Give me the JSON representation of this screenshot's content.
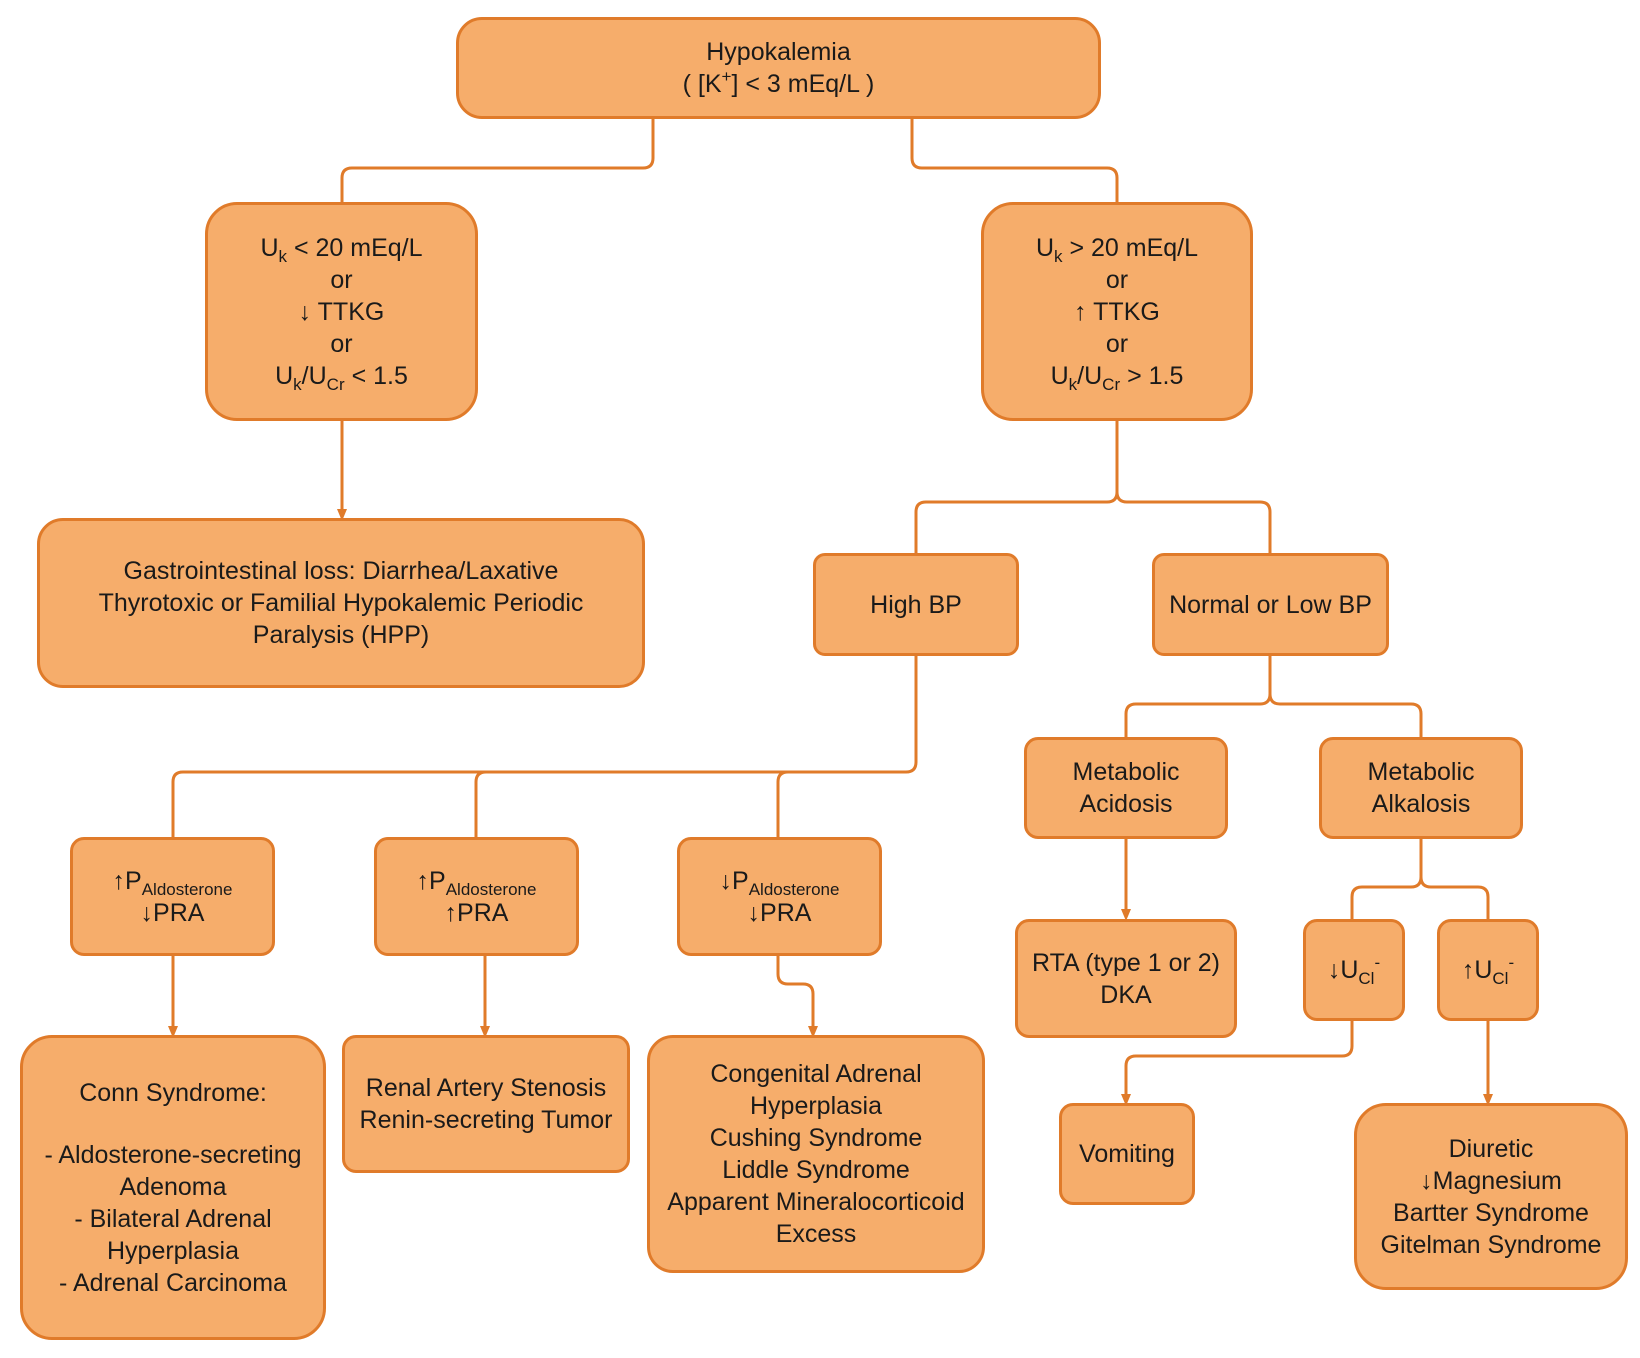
{
  "root": {
    "line1": "Hypokalemia",
    "open": "( [K",
    "sup": "+",
    "close": "] < 3 mEq/L )"
  },
  "low_uk": {
    "l1_pre": "U",
    "l1_sub": "k",
    "l1_post": " <  20 mEq/L",
    "or1": "or",
    "l3": "↓ TTKG",
    "or2": "or",
    "l5_a": "U",
    "l5_sub1": "k",
    "l5_b": "/U",
    "l5_sub2": "Cr",
    "l5_post": " < 1.5"
  },
  "high_uk": {
    "l1_pre": "U",
    "l1_sub": "k",
    "l1_post": " >  20 mEq/L",
    "or1": "or",
    "l3": "↑ TTKG",
    "or2": "or",
    "l5_a": "U",
    "l5_sub1": "k",
    "l5_b": "/U",
    "l5_sub2": "Cr",
    "l5_post": " > 1.5"
  },
  "gi_loss": {
    "lines": [
      "Gastrointestinal loss: Diarrhea/Laxative",
      "Thyrotoxic or Familial Hypokalemic Periodic",
      "Paralysis (HPP)"
    ]
  },
  "high_bp": {
    "label": "High BP"
  },
  "normal_low_bp": {
    "label": "Normal or Low BP"
  },
  "metabolic_acidosis": {
    "lines": [
      "Metabolic",
      "Acidosis"
    ]
  },
  "metabolic_alkalosis": {
    "lines": [
      "Metabolic",
      "Alkalosis"
    ]
  },
  "aldo_up_pra_down": {
    "p_pre": "↑P",
    "p_sub": "Aldosterone",
    "pra": "↓PRA"
  },
  "aldo_up_pra_up": {
    "p_pre": "↑P",
    "p_sub": "Aldosterone",
    "pra": "↑PRA"
  },
  "aldo_down_pra_down": {
    "p_pre": "↓P",
    "p_sub": "Aldosterone",
    "pra": "↓PRA"
  },
  "rta_dka": {
    "lines": [
      "RTA (type 1 or 2)",
      "DKA"
    ]
  },
  "ucl_low": {
    "pre": "↓U",
    "sub": "Cl",
    "sup": "-"
  },
  "ucl_high": {
    "pre": "↑U",
    "sub": "Cl",
    "sup": "-"
  },
  "conn": {
    "title": "Conn Syndrome:",
    "lines": [
      "- Aldosterone-secreting",
      "Adenoma",
      "- Bilateral Adrenal",
      "Hyperplasia",
      "- Adrenal Carcinoma"
    ]
  },
  "renal": {
    "lines": [
      "Renal Artery Stenosis",
      "Renin-secreting Tumor"
    ]
  },
  "cah": {
    "lines": [
      "Congenital Adrenal",
      "Hyperplasia",
      "Cushing Syndrome",
      "Liddle Syndrome",
      "Apparent Mineralocorticoid",
      "Excess"
    ]
  },
  "vomiting": {
    "label": "Vomiting"
  },
  "diuretic": {
    "lines": [
      "Diuretic",
      "↓Magnesium",
      "Bartter Syndrome",
      "Gitelman Syndrome"
    ]
  },
  "colors": {
    "fill": "#f6ad6b",
    "stroke": "#e07b2a"
  }
}
